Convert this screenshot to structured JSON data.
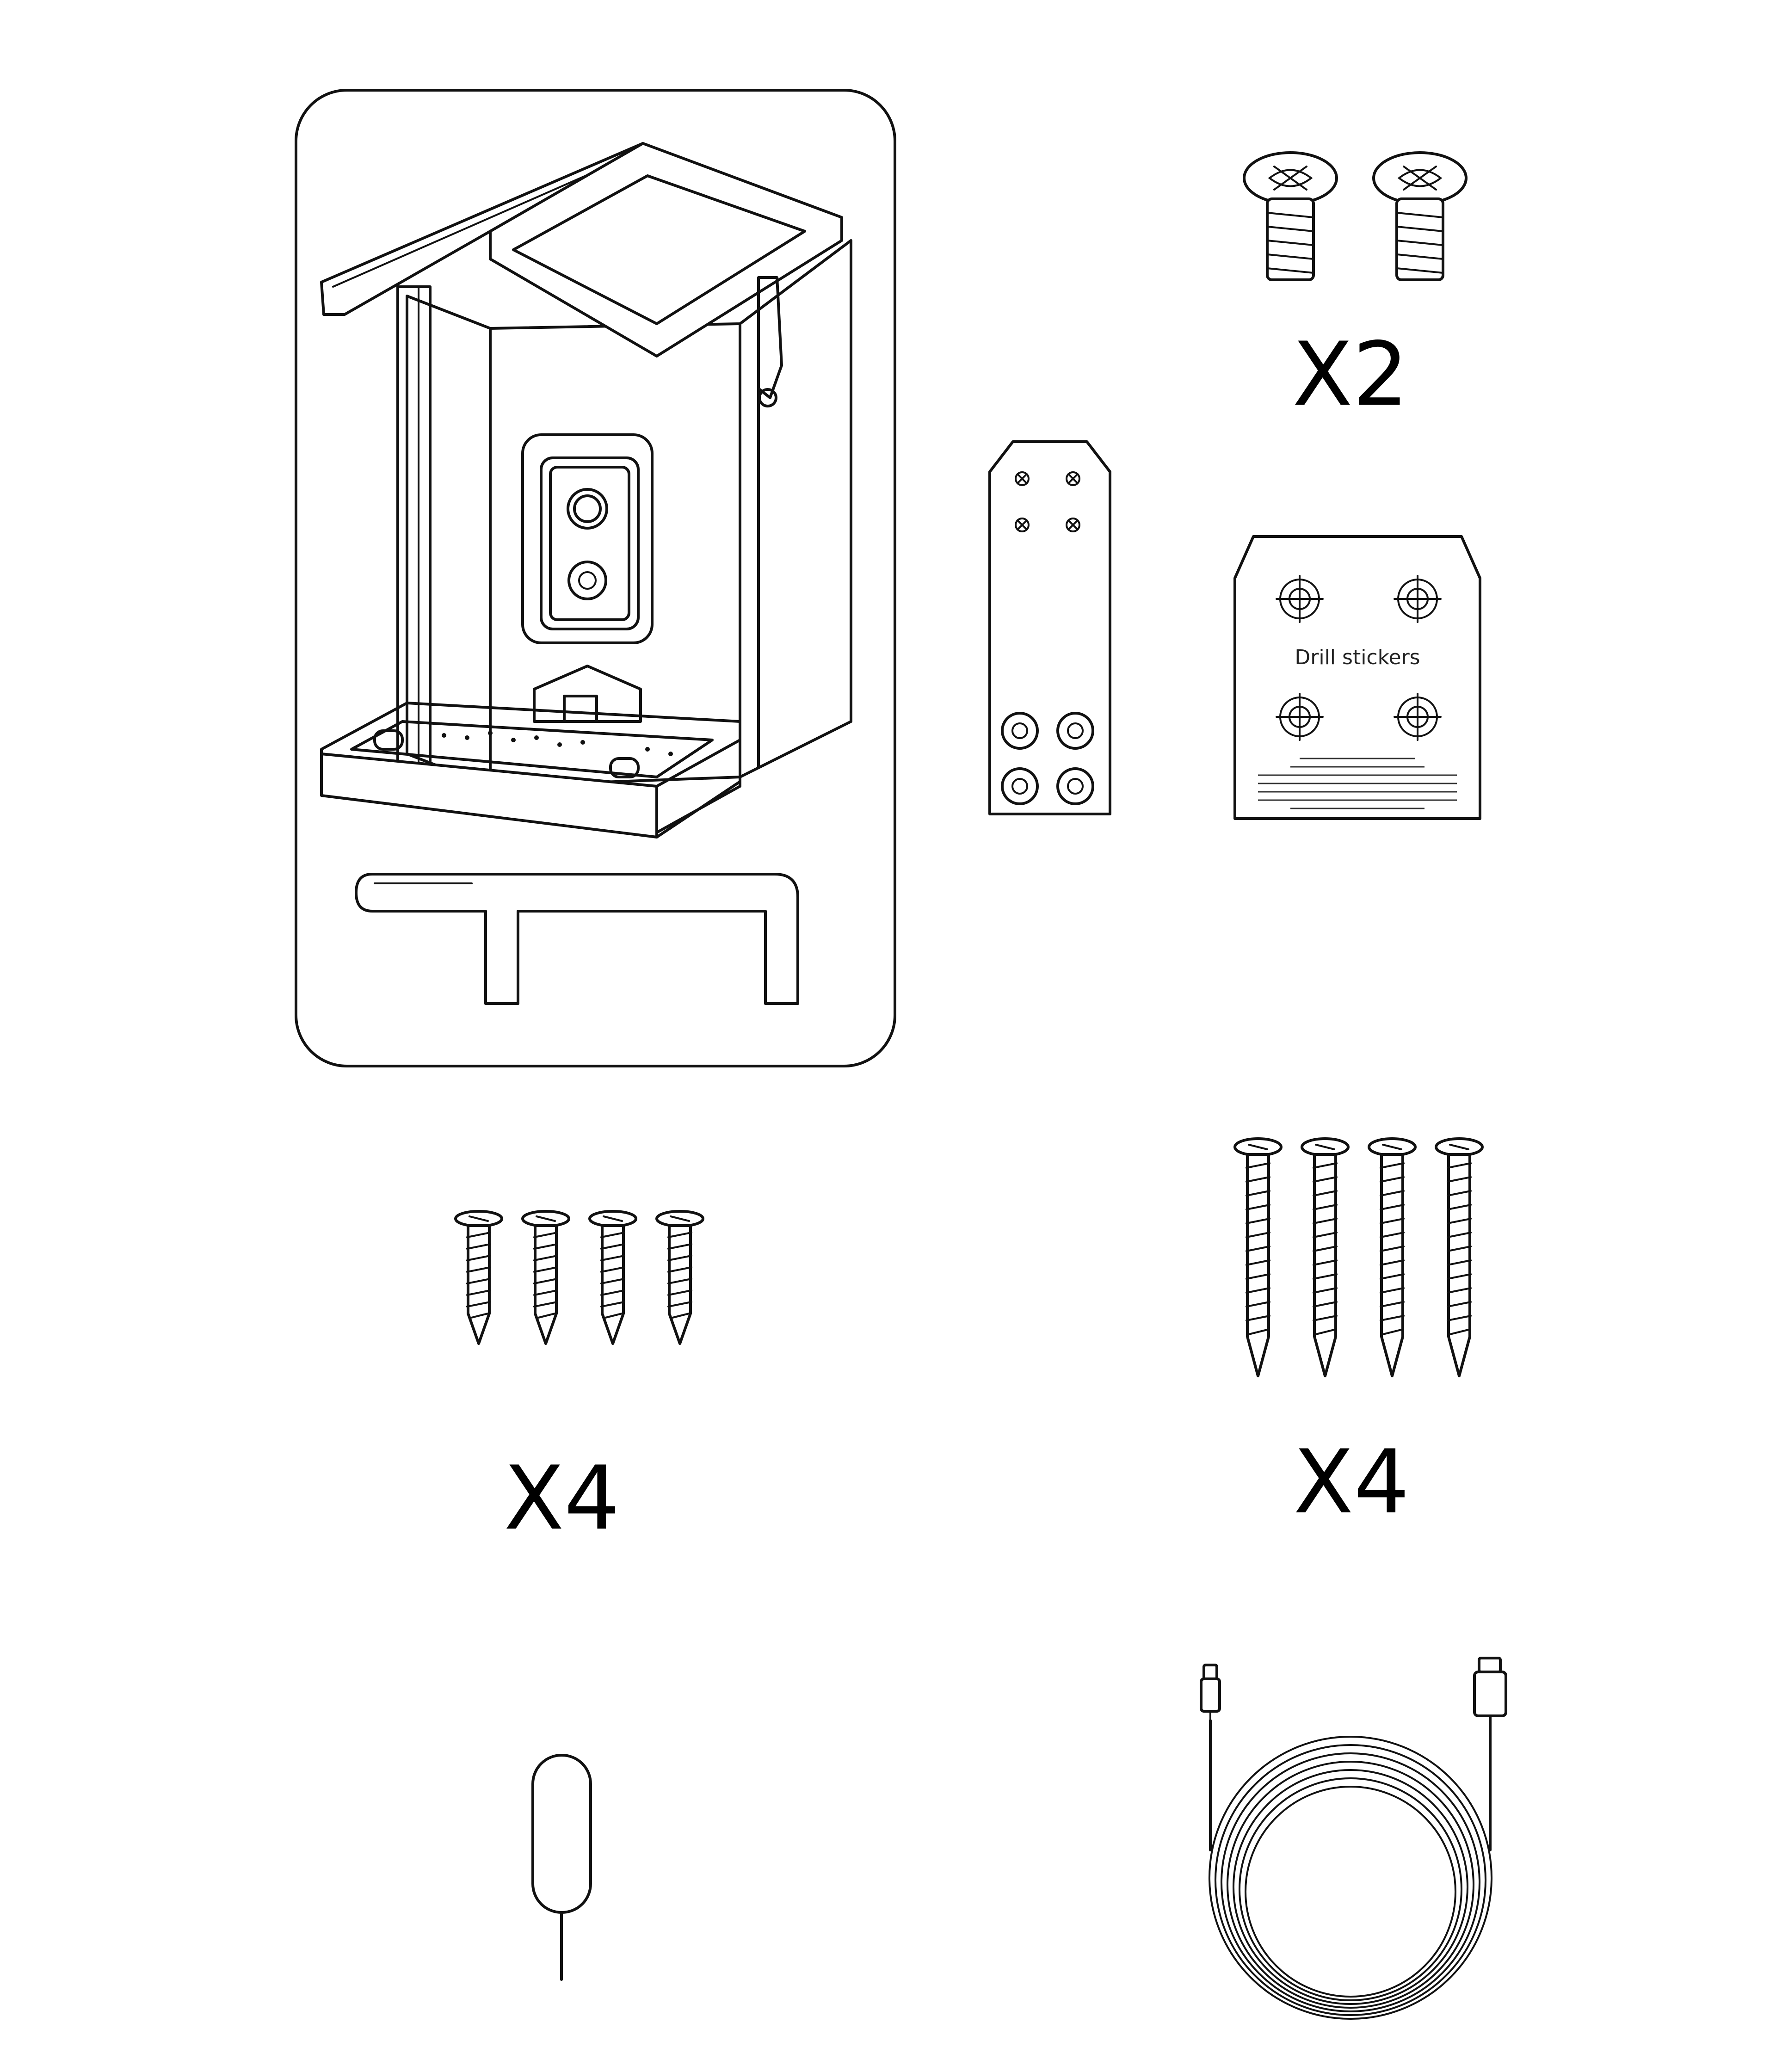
{
  "parts": {
    "feeder": {
      "icon": "bird-feeder-with-solar-roof-and-perch"
    },
    "machine_screws": {
      "icon": "machine-screw-icon",
      "count": 2,
      "quantity_label": "X2"
    },
    "mounting_bracket": {
      "icon": "mounting-bracket-icon"
    },
    "drill_sticker": {
      "icon": "drill-sticker-icon",
      "title": "Drill stickers"
    },
    "short_screws": {
      "icon": "short-wood-screw-icon",
      "count": 4,
      "quantity_label": "X4"
    },
    "long_screws": {
      "icon": "long-wood-screw-icon",
      "count": 4,
      "quantity_label": "X4"
    },
    "reset_pin": {
      "icon": "reset-pin-icon"
    },
    "usb_cable": {
      "icon": "usb-cable-icon"
    }
  }
}
